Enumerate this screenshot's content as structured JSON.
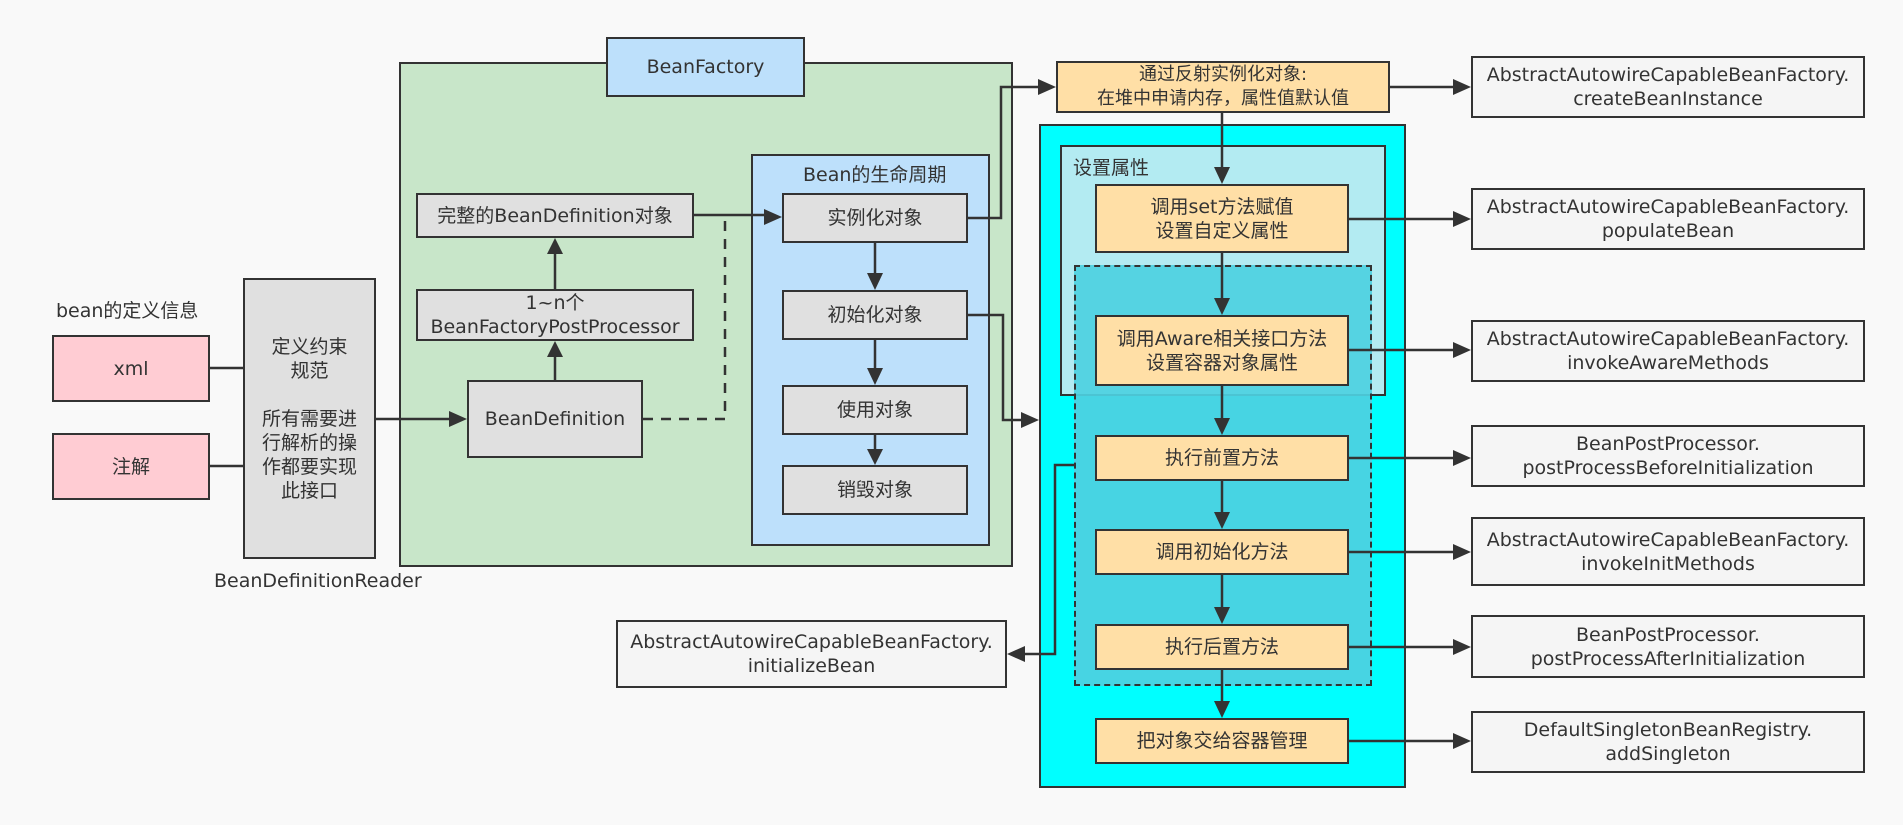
{
  "labels": {
    "bean_definition_info": "bean的定义信息",
    "reader_caption": "BeanDefinitionReader",
    "lifecycle_title": "Bean的生命周期",
    "set_properties_title": "设置属性"
  },
  "sources": {
    "xml": "xml",
    "annotation": "注解"
  },
  "reader_box": {
    "text": "定义约束\n规范\n\n所有需要进\n行解析的操\n作都要实现\n此接口"
  },
  "bean_factory": {
    "title": "BeanFactory",
    "bean_definition": "BeanDefinition",
    "post_processor": "1~n个\nBeanFactoryPostProcessor",
    "complete_definition": "完整的BeanDefinition对象"
  },
  "lifecycle": {
    "instantiate": "实例化对象",
    "initialize": "初始化对象",
    "use": "使用对象",
    "destroy": "销毁对象"
  },
  "steps": {
    "reflect_instantiate": "通过反射实例化对象:\n在堆中申请内存，属性值默认值",
    "set_method": "调用set方法赋值\n设置自定义属性",
    "aware": "调用Aware相关接口方法\n设置容器对象属性",
    "before_init": "执行前置方法",
    "init_method": "调用初始化方法",
    "after_init": "执行后置方法",
    "register": "把对象交给容器管理"
  },
  "methods": {
    "create_bean_instance": "AbstractAutowireCapableBeanFactory.\ncreateBeanInstance",
    "populate_bean": "AbstractAutowireCapableBeanFactory.\npopulateBean",
    "invoke_aware": "AbstractAutowireCapableBeanFactory.\ninvokeAwareMethods",
    "before_initialization": "BeanPostProcessor.\npostProcessBeforeInitialization",
    "invoke_init": "AbstractAutowireCapableBeanFactory.\ninvokeInitMethods",
    "after_initialization": "BeanPostProcessor.\npostProcessAfterInitialization",
    "add_singleton": "DefaultSingletonBeanRegistry.\naddSingleton",
    "initialize_bean": "AbstractAutowireCapableBeanFactory.\ninitializeBean"
  },
  "colors": {
    "factory_region": "#c8e6c9",
    "lifecycle_region": "#bde0fb",
    "cyan_region": "#00ffff",
    "set_properties_region": "#b3ebf2",
    "init_region": "#4dd0e1",
    "step_box": "#ffdfa6",
    "source_box": "#ffccd3"
  }
}
